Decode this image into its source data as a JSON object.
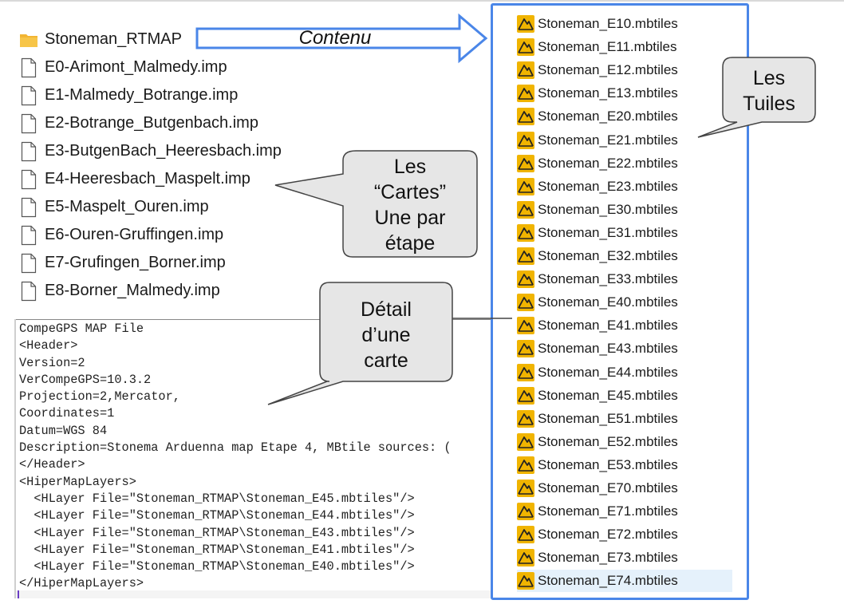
{
  "folder": {
    "name": "Stoneman_RTMAP"
  },
  "files": [
    "E0-Arimont_Malmedy.imp",
    "E1-Malmedy_Botrange.imp",
    "E2-Botrange_Butgenbach.imp",
    "E3-ButgenBach_Heeresbach.imp",
    "E4-Heeresbach_Maspelt.imp",
    "E5-Maspelt_Ouren.imp",
    "E6-Ouren-Gruffingen.imp",
    "E7-Grufingen_Borner.imp",
    "E8-Borner_Malmedy.imp"
  ],
  "arrow_label": "Contenu",
  "tiles": [
    "Stoneman_E10.mbtiles",
    "Stoneman_E11.mbtiles",
    "Stoneman_E12.mbtiles",
    "Stoneman_E13.mbtiles",
    "Stoneman_E20.mbtiles",
    "Stoneman_E21.mbtiles",
    "Stoneman_E22.mbtiles",
    "Stoneman_E23.mbtiles",
    "Stoneman_E30.mbtiles",
    "Stoneman_E31.mbtiles",
    "Stoneman_E32.mbtiles",
    "Stoneman_E33.mbtiles",
    "Stoneman_E40.mbtiles",
    "Stoneman_E41.mbtiles",
    "Stoneman_E43.mbtiles",
    "Stoneman_E44.mbtiles",
    "Stoneman_E45.mbtiles",
    "Stoneman_E51.mbtiles",
    "Stoneman_E52.mbtiles",
    "Stoneman_E53.mbtiles",
    "Stoneman_E70.mbtiles",
    "Stoneman_E71.mbtiles",
    "Stoneman_E72.mbtiles",
    "Stoneman_E73.mbtiles",
    "Stoneman_E74.mbtiles"
  ],
  "selected_tile": "Stoneman_E74.mbtiles",
  "code_lines": [
    "CompeGPS MAP File",
    "<Header>",
    "Version=2",
    "VerCompeGPS=10.3.2",
    "Projection=2,Mercator,",
    "Coordinates=1",
    "Datum=WGS 84",
    "Description=Stonema Arduenna map Etape 4, MBtile sources: (",
    "</Header>",
    "<HiperMapLayers>",
    "  <HLayer File=\"Stoneman_RTMAP\\Stoneman_E45.mbtiles\"/>",
    "  <HLayer File=\"Stoneman_RTMAP\\Stoneman_E44.mbtiles\"/>",
    "  <HLayer File=\"Stoneman_RTMAP\\Stoneman_E43.mbtiles\"/>",
    "  <HLayer File=\"Stoneman_RTMAP\\Stoneman_E41.mbtiles\"/>",
    "  <HLayer File=\"Stoneman_RTMAP\\Stoneman_E40.mbtiles\"/>",
    "</HiperMapLayers>"
  ],
  "callouts": {
    "cartes": [
      "Les",
      "“Cartes”",
      "Une par",
      "étape"
    ],
    "tuiles": [
      "Les",
      "Tuiles"
    ],
    "detail": [
      "Détail",
      "d’une",
      "carte"
    ]
  },
  "colors": {
    "tiles_border": "#4a86e8",
    "arrow_border": "#4a86e8",
    "callout_fill": "#e6e6e6",
    "callout_border": "#444444",
    "folder": "#f2b533",
    "tile_icon": "#f0b400"
  },
  "icons": {
    "folder": "folder-icon",
    "file": "document-icon",
    "tile": "mbtiles-mountain-icon"
  }
}
